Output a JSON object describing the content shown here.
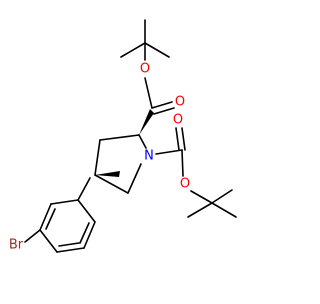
{
  "colors": {
    "bond": "#000000",
    "oxygen": "#ff0000",
    "nitrogen": "#0000ff",
    "bromine": "#a52a2a",
    "background": "#ffffff"
  },
  "atoms": {
    "o_carbonyl_ester": "O",
    "o_ether_ester": "O",
    "n_ring": "N",
    "o_carbonyl_boc": "O",
    "o_ether_boc": "O",
    "br": "Br"
  }
}
